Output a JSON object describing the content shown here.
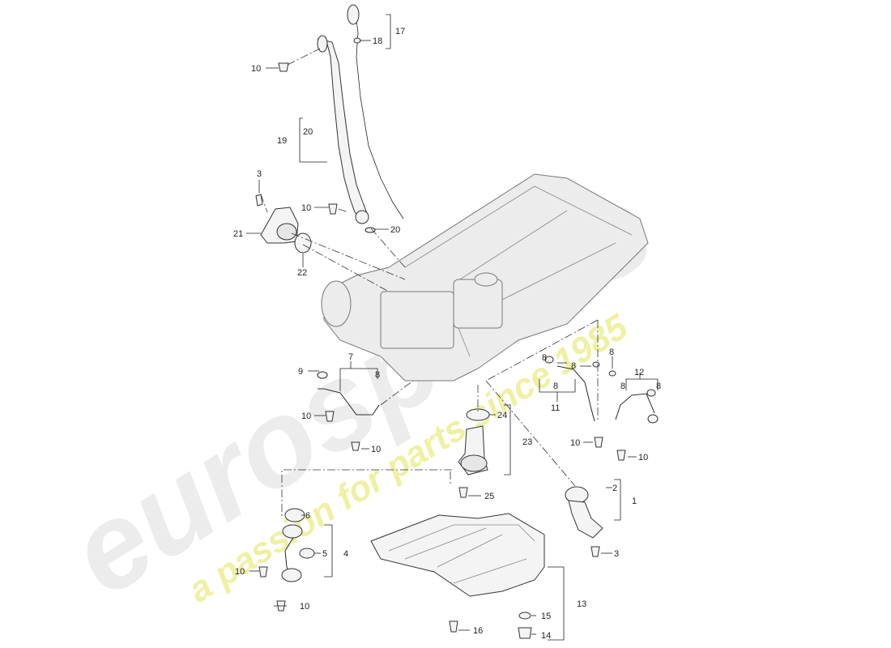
{
  "watermark": {
    "brand": "eurospares",
    "tagline": "a passion for parts since 1985",
    "brand_color": "#e9e9e9",
    "tagline_color": "#efef9a"
  },
  "callouts": {
    "c1": "1",
    "c2": "2",
    "c3a": "3",
    "c3b": "3",
    "c4": "4",
    "c5": "5",
    "c6": "6",
    "c7": "7",
    "c8a": "8",
    "c8b": "8",
    "c8c": "8",
    "c8d": "8",
    "c8e": "8",
    "c8f": "8",
    "c8g": "8",
    "c9": "9",
    "c10a": "10",
    "c10b": "10",
    "c10c": "10",
    "c10d": "10",
    "c10e": "10",
    "c10f": "10",
    "c10g": "10",
    "c10h": "10",
    "c11": "11",
    "c12": "12",
    "c13": "13",
    "c14": "14",
    "c15": "15",
    "c16": "16",
    "c17": "17",
    "c18": "18",
    "c19": "19",
    "c20a": "20",
    "c20b": "20",
    "c21": "21",
    "c22": "22",
    "c23": "23",
    "c24": "24",
    "c25": "25"
  }
}
